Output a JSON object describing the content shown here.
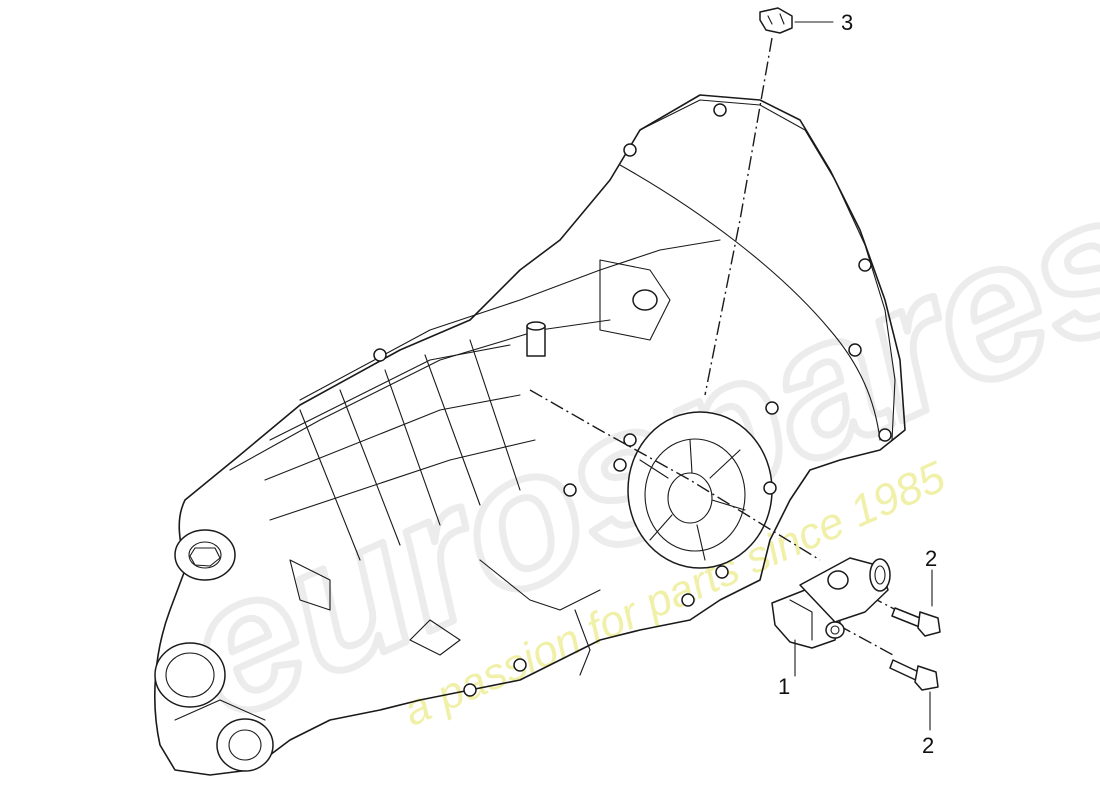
{
  "watermark": {
    "brand": "eurospares",
    "tagline": "a passion for parts since 1985",
    "brand_color": "#e4e4e4",
    "tagline_color": "#f0f0a8"
  },
  "callouts": [
    {
      "id": "c1",
      "label": "1",
      "part": "clutch slave cylinder"
    },
    {
      "id": "c2a",
      "label": "2",
      "part": "bolt (upper)"
    },
    {
      "id": "c2b",
      "label": "2",
      "part": "bolt (lower)"
    },
    {
      "id": "c3",
      "label": "3",
      "part": "clip"
    }
  ],
  "colors": {
    "line": "#1a1a1a",
    "background": "#ffffff"
  }
}
